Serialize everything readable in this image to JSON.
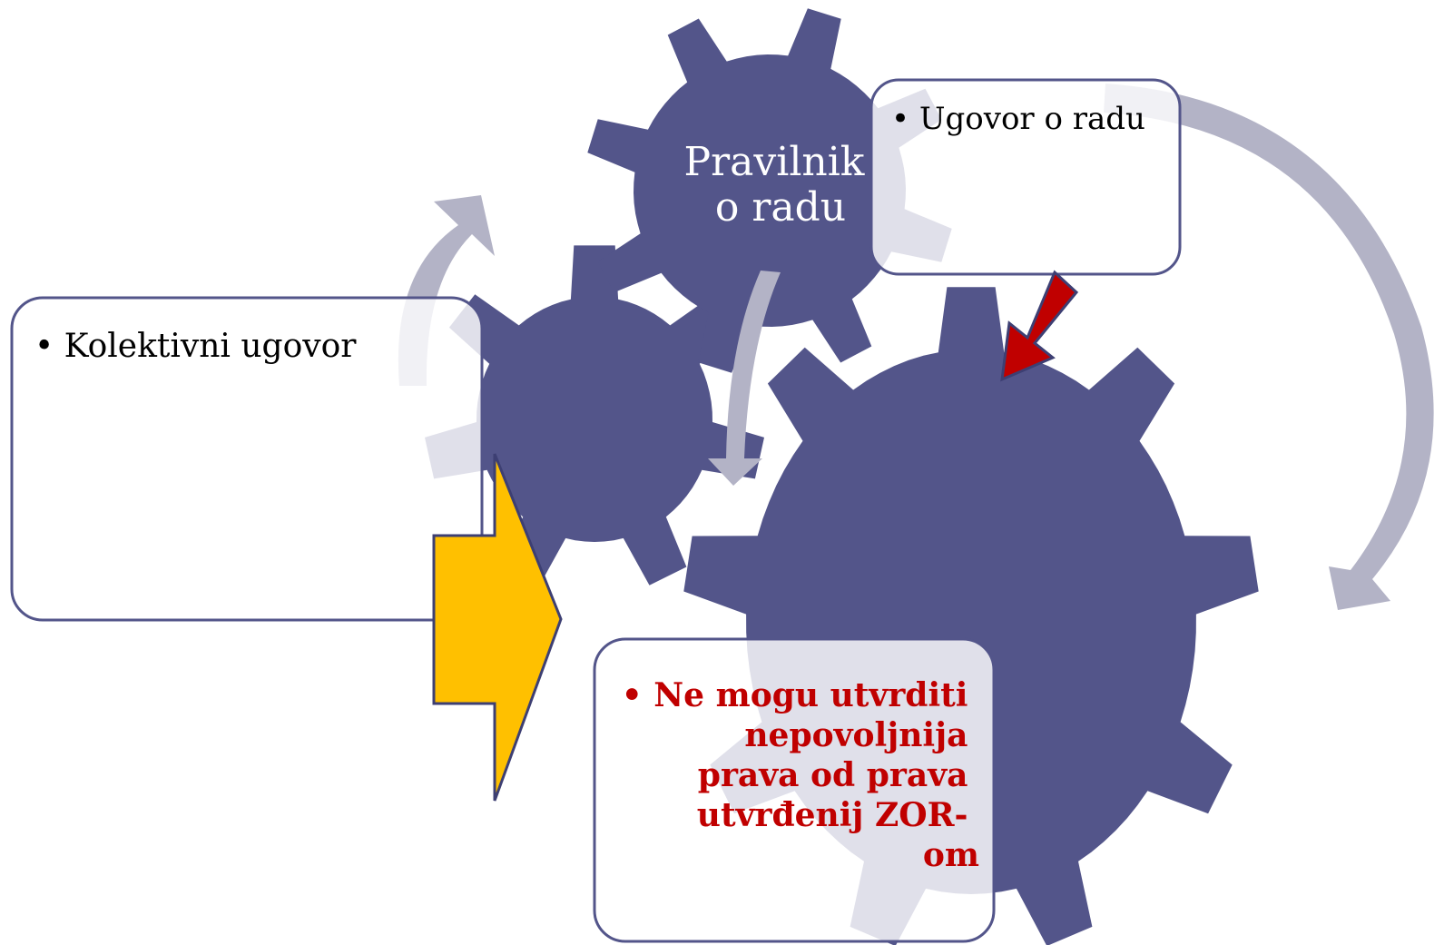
{
  "colors": {
    "gear": "#53558a",
    "arrow_grey": "#b3b3c6",
    "arrow_yellow": "#ffc000",
    "arrow_red": "#c00000",
    "emphasis_text": "#c00000",
    "box_border": "#53558a"
  },
  "gears": {
    "small": {
      "label": "Pravilnik\no radu",
      "line1": "Pravilnik",
      "line2": "o radu"
    },
    "medium": {
      "label": ""
    },
    "large": {
      "label": ""
    }
  },
  "boxes": {
    "kolektivni": {
      "text": "• Kolektivni ugovor"
    },
    "ugovor": {
      "text": "• Ugovor o radu"
    },
    "emphasis": {
      "bullet": "•",
      "lines": [
        "Ne mogu utvrditi",
        "nepovoljnija",
        "prava od prava",
        "utvrđenij ZOR-",
        "om"
      ]
    }
  }
}
